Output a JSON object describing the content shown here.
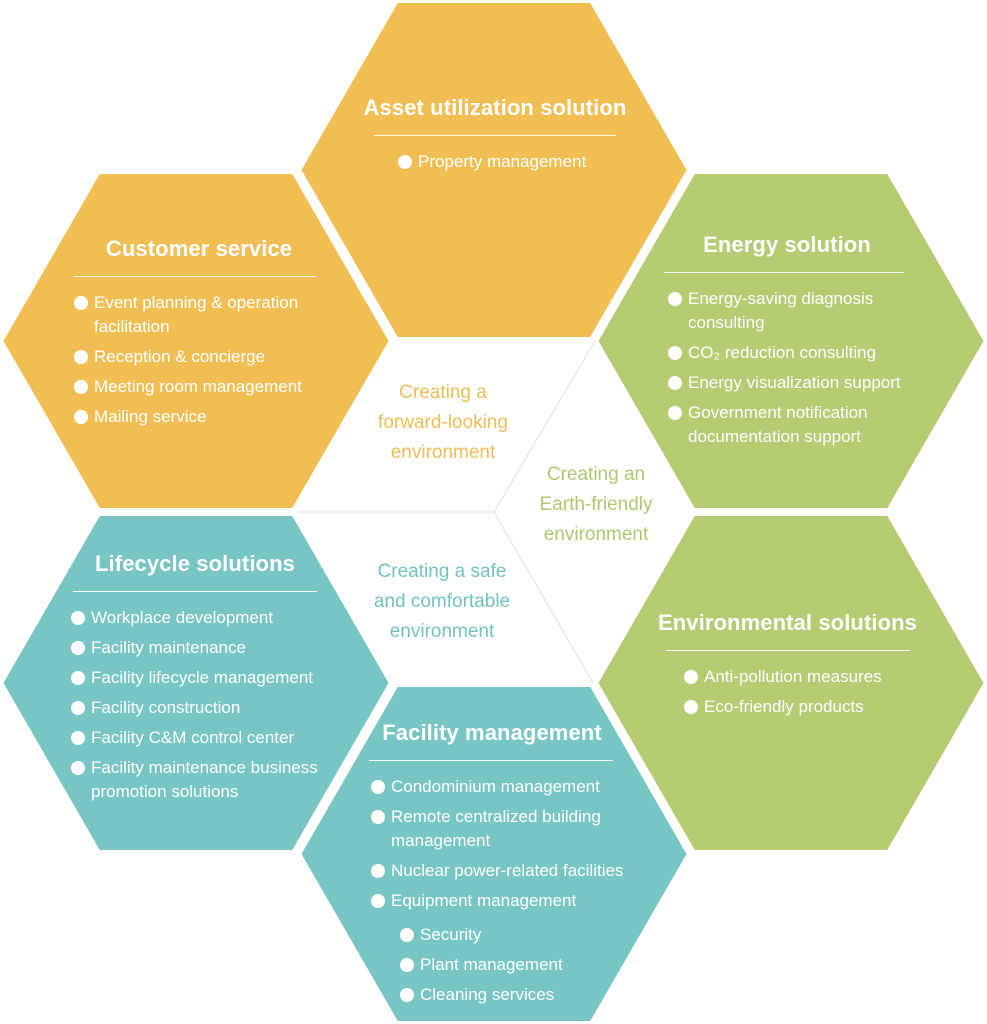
{
  "colors": {
    "orange": "#F0BE53",
    "green": "#B5CC73",
    "teal": "#77C6C4",
    "divider": "#E4E4E4",
    "label_orange": "#EDBD56",
    "label_green": "#AFC870",
    "label_teal": "#72C2C0"
  },
  "hexes": {
    "asset": {
      "title": "Asset utilization solution",
      "items": [
        "Property management"
      ]
    },
    "customer": {
      "title": "Customer service",
      "items": [
        "Event planning & operation facilitation",
        "Reception & concierge",
        "Meeting room management",
        "Mailing service"
      ]
    },
    "energy": {
      "title": "Energy solution",
      "items": [
        "Energy-saving diagnosis consulting",
        "CO₂ reduction consulting",
        "Energy visualization support",
        "Government notification documentation support"
      ]
    },
    "lifecycle": {
      "title": "Lifecycle solutions",
      "items": [
        "Workplace development",
        "Facility maintenance",
        "Facility lifecycle management",
        "Facility construction",
        "Facility C&M control center",
        "Facility maintenance business promotion solutions"
      ]
    },
    "environmental": {
      "title": "Environmental solutions",
      "items": [
        "Anti-pollution measures",
        "Eco-friendly products"
      ]
    },
    "facility": {
      "title": "Facility management",
      "items": [
        "Condominium management",
        "Remote centralized building management",
        "Nuclear power-related facilities",
        "Equipment management"
      ],
      "subitems": [
        "Security",
        "Plant management",
        "Cleaning services"
      ]
    }
  },
  "center": {
    "forward": [
      "Creating a",
      "forward-looking",
      "environment"
    ],
    "earth": [
      "Creating an",
      "Earth-friendly",
      "environment"
    ],
    "safe": [
      "Creating a safe",
      "and comfortable",
      "environment"
    ]
  }
}
